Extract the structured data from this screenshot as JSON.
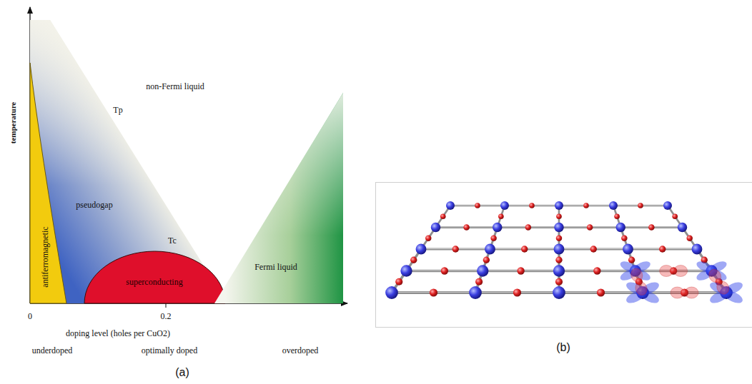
{
  "diagram": {
    "nodes": [
      {
        "text": [
          "antiferromagnetic"
        ]
      },
      {
        "text": [
          "pseudogap"
        ]
      },
      {
        "text": [
          "superconducting"
        ]
      },
      {
        "text": [
          "Fermi liquid"
        ]
      }
    ],
    "labels": [
      "temperature",
      "non-Fermi liquid",
      "Tp",
      "Tc",
      "0",
      "0.2",
      "doping level (holes per CuO2)",
      "underdoped",
      "optimally doped",
      "overdoped",
      "(a)",
      "(b)"
    ]
  }
}
